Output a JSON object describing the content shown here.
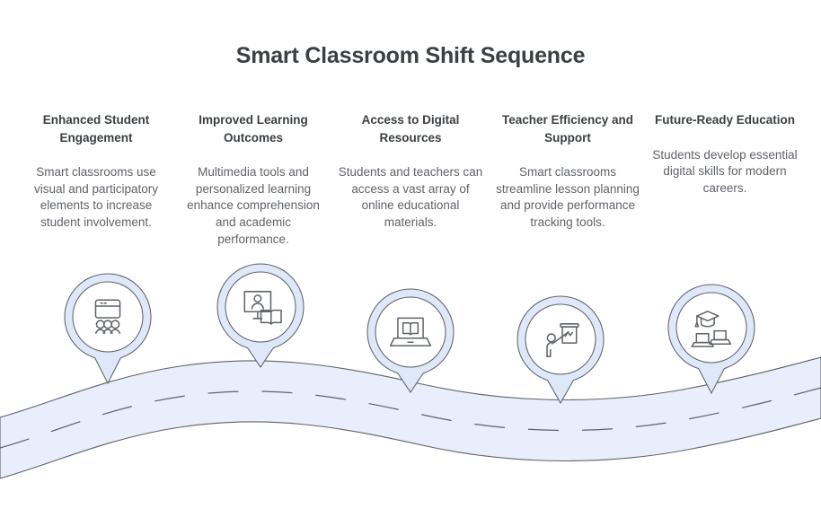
{
  "header": {
    "title": "Smart Classroom Shift Sequence"
  },
  "theme": {
    "background": "#ffffff",
    "title_color": "#3c4043",
    "heading_color": "#3c4043",
    "body_color": "#5f6368",
    "road_fill": "#e8eefb",
    "road_stroke": "#5f6368",
    "pin_ring_fill": "#dfe8f9",
    "pin_inner_fill": "#ffffff",
    "pin_stroke": "#5f6368",
    "icon_stroke": "#5f6368"
  },
  "steps": [
    {
      "id": "enhanced-student-engagement",
      "heading": "Enhanced Student Engagement",
      "body": "Smart classrooms use visual and participatory elements to increase student involvement.",
      "icon": "presentation-screen-audience-icon"
    },
    {
      "id": "improved-learning-outcomes",
      "heading": "Improved Learning Outcomes",
      "body": "Multimedia tools and personalized learning enhance comprehension and academic performance.",
      "icon": "monitor-person-book-icon"
    },
    {
      "id": "access-to-digital-resources",
      "heading": "Access to Digital Resources",
      "body": "Students and teachers can access a vast array of online educational materials.",
      "icon": "laptop-open-book-icon"
    },
    {
      "id": "teacher-efficiency-and-support",
      "heading": "Teacher Efficiency and Support",
      "body": "Smart classrooms streamline lesson planning and provide performance tracking tools.",
      "icon": "teacher-whiteboard-pointer-icon"
    },
    {
      "id": "future-ready-education",
      "heading": "Future-Ready Education",
      "body": "Students develop essential digital skills for modern careers.",
      "icon": "graduation-cap-laptops-icon"
    }
  ]
}
